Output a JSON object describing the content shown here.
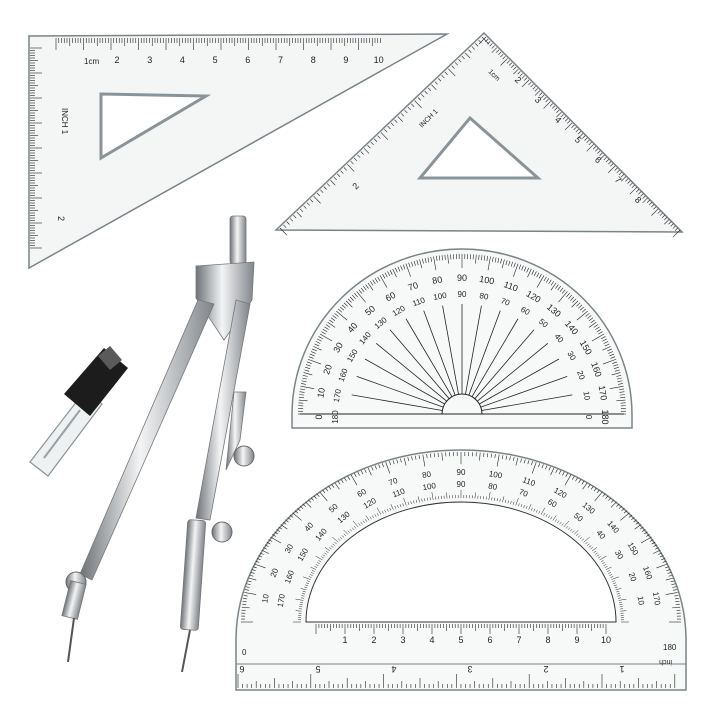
{
  "colors": {
    "background": "#ffffff",
    "ink": "#222222",
    "plastic_edge": "#7a8488",
    "plastic_fill": "#f4f6f6",
    "steel_light": "#e8eaec",
    "steel_dark": "#6e7378",
    "lead_box": "#1c1c1c"
  },
  "icons": {
    "triangle_left": "set-square-45-icon",
    "triangle_right": "set-square-30-60-icon",
    "protractor_small": "protractor-icon",
    "protractor_large": "protractor-icon",
    "compass": "drawing-compass-icon",
    "leads": "lead-refill-case-icon"
  },
  "set_square_left": {
    "unit_cm": "1cm",
    "unit_inch": "INCH 1",
    "cm_labels": [
      "2",
      "3",
      "4",
      "5",
      "6",
      "7",
      "8",
      "9",
      "10"
    ],
    "inch_labels": [
      "2"
    ]
  },
  "set_square_right": {
    "unit_cm": "1cm",
    "unit_inch": "INCH 1",
    "cm_labels": [
      "2",
      "3",
      "4",
      "5",
      "6",
      "7",
      "8"
    ],
    "inch_labels": [
      "2"
    ]
  },
  "small_protractor": {
    "outer_labels": [
      "0",
      "10",
      "20",
      "30",
      "40",
      "50",
      "60",
      "70",
      "80",
      "90",
      "100",
      "110",
      "120",
      "130",
      "140",
      "150",
      "160",
      "170",
      "180"
    ],
    "inner_labels": [
      "180",
      "170",
      "160",
      "150",
      "140",
      "130",
      "120",
      "110",
      "100",
      "90",
      "80",
      "70",
      "60",
      "50",
      "40",
      "30",
      "20",
      "10",
      "0"
    ]
  },
  "large_protractor": {
    "outer_labels": [
      "10",
      "20",
      "30",
      "40",
      "50",
      "60",
      "70",
      "80",
      "90",
      "100",
      "110",
      "120",
      "130",
      "140",
      "150",
      "160",
      "170"
    ],
    "inner_labels": [
      "170",
      "160",
      "150",
      "140",
      "130",
      "120",
      "110",
      "100",
      "90",
      "80",
      "70",
      "60",
      "50",
      "40",
      "30",
      "20",
      "10"
    ],
    "end_left": "0",
    "end_right": "180",
    "base_cm_labels": [
      "1",
      "2",
      "3",
      "4",
      "5",
      "6",
      "7",
      "8",
      "9",
      "10"
    ],
    "base_inch_labels": [
      "6",
      "5",
      "4",
      "3",
      "2",
      "1"
    ],
    "unit_inch": "inch"
  }
}
